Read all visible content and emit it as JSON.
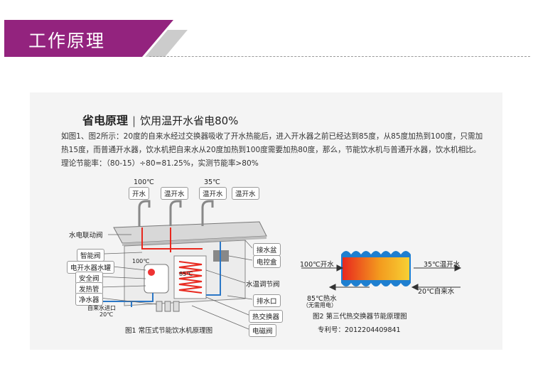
{
  "header": {
    "title": "工作原理"
  },
  "section": {
    "title_bold": "省电原理",
    "separator": "|",
    "title_rest": "饮用温开水省电80%"
  },
  "description": "如图1、图2所示：20度的自来水经过交换器吸收了开水热能后，进入开水器之前已经达到85度，从85度加热到100度，只需加热15度，而普通开水器，饮水机把自来水从20度加热到100度需要加热80度，那么，节能饮水机与普通开水器，饮水机相比。理论节能率：（80-15）÷80=81.25%，实测节能率>80%",
  "figure1": {
    "temp_top_left": "100℃",
    "temp_top_right": "35℃",
    "taps": [
      "开水",
      "温开水",
      "温开水",
      "温开水"
    ],
    "left_labels": [
      "水电联动阀",
      "智能阀",
      "电开水器水罐",
      "安全阀",
      "发热管",
      "净水器"
    ],
    "inlet_label": "自来水进口",
    "inlet_temp": "20℃",
    "right_labels": [
      "接水盆",
      "电控盒",
      "水温调节阀",
      "排水口",
      "热交换器",
      "电磁阀"
    ],
    "inner_temp_100": "100℃",
    "inner_temp_85": "85℃",
    "caption": "图1 常压式节能饮水机原理图"
  },
  "figure2": {
    "in_hot": "100℃开水",
    "out_warm": "35℃温开水",
    "hot_water": "85℃热水",
    "hot_note": "（无需用电）",
    "cold_in": "20℃自来水",
    "caption": "图2 第三代热交换器节能原理图",
    "patent": "专利号：2012204409841"
  },
  "colors": {
    "brand": "#93237e",
    "hot": "#e8281e",
    "cold": "#1e7fd0",
    "pipe_blue": "#2a77c7"
  }
}
